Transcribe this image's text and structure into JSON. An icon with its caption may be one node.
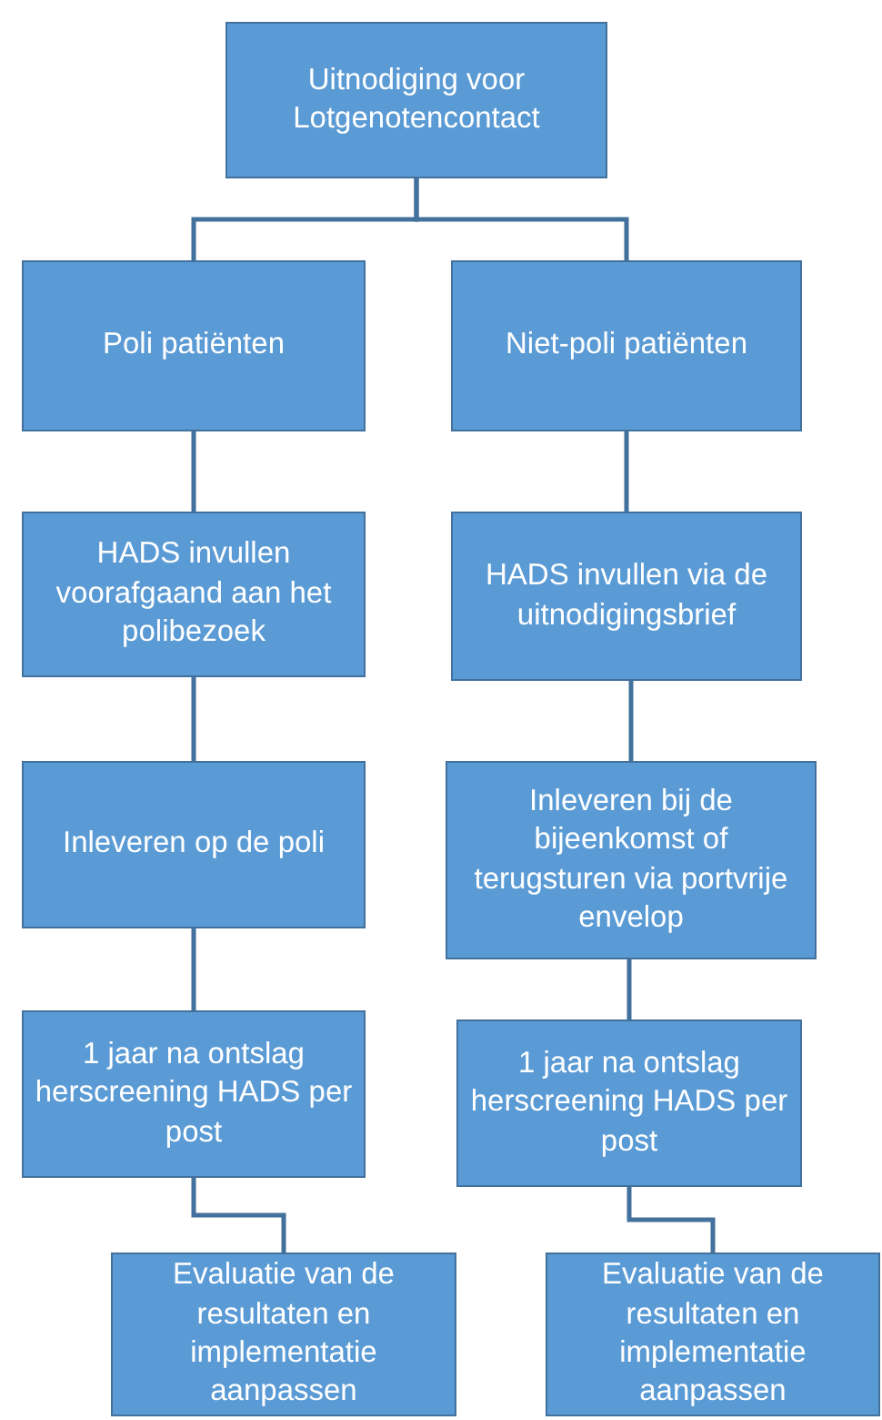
{
  "diagram": {
    "nodes": [
      {
        "text": [
          "Uitnodiging voor Lotgenotencontact"
        ]
      },
      {
        "text": [
          "Poli patiënten"
        ]
      },
      {
        "text": [
          "Niet-poli patiënten"
        ]
      },
      {
        "text": [
          "HADS invullen voorafgaand aan het polibezoek"
        ]
      },
      {
        "text": [
          "HADS invullen via de uitnodigingsbrief"
        ]
      },
      {
        "text": [
          "Inleveren op de poli"
        ]
      },
      {
        "text": [
          "Inleveren bij de bijeenkomst of terugsturen via portvrije envelop"
        ]
      },
      {
        "text": [
          "1 jaar na ontslag herscreening HADS per post"
        ]
      },
      {
        "text": [
          "1 jaar na ontslag herscreening HADS per post"
        ]
      },
      {
        "text": [
          "Evaluatie van de resultaten en implementatie aanpassen"
        ]
      },
      {
        "text": [
          "Evaluatie van de resultaten en implementatie aanpassen"
        ]
      }
    ],
    "edges": [
      {
        "from": 0,
        "to": 1,
        "arrow": "none"
      },
      {
        "from": 0,
        "to": 2,
        "arrow": "none"
      },
      {
        "from": 1,
        "to": 3,
        "arrow": "none"
      },
      {
        "from": 2,
        "to": 4,
        "arrow": "none"
      },
      {
        "from": 3,
        "to": 5,
        "arrow": "none"
      },
      {
        "from": 4,
        "to": 6,
        "arrow": "none"
      },
      {
        "from": 5,
        "to": 7,
        "arrow": "none"
      },
      {
        "from": 6,
        "to": 8,
        "arrow": "none"
      },
      {
        "from": 7,
        "to": 9,
        "arrow": "none"
      },
      {
        "from": 8,
        "to": 10,
        "arrow": "none"
      }
    ]
  }
}
